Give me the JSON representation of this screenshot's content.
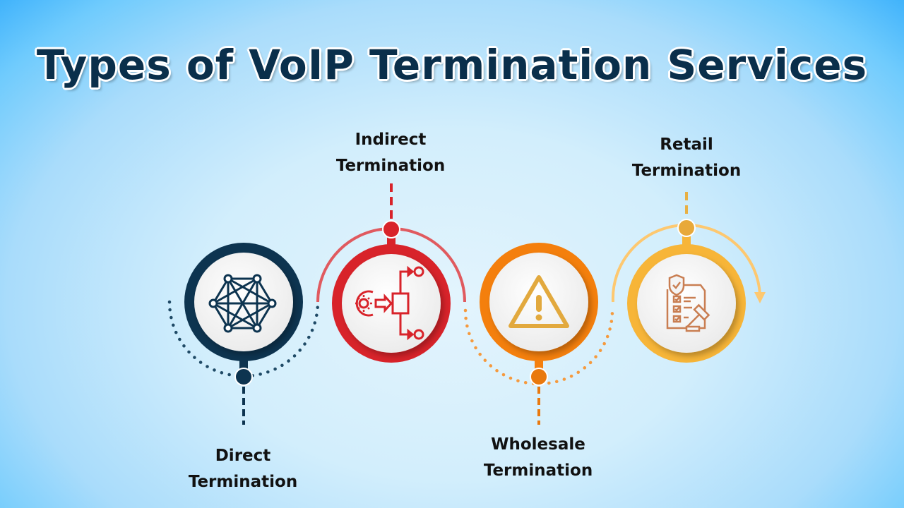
{
  "title": "Types of VoIP Termination Services",
  "steps": [
    {
      "label_line1": "Direct",
      "label_line2": "Termination",
      "icon": "network-mesh-icon",
      "color": "#0d3450"
    },
    {
      "label_line1": "Indirect",
      "label_line2": "Termination",
      "icon": "process-routing-icon",
      "color": "#d8232a"
    },
    {
      "label_line1": "Wholesale",
      "label_line2": "Termination",
      "icon": "warning-triangle-icon",
      "color": "#f47f0d"
    },
    {
      "label_line1": "Retail",
      "label_line2": "Termination",
      "icon": "regulation-checklist-gavel-icon",
      "color": "#f7b538"
    }
  ],
  "colors": {
    "title": "#0a2f4b",
    "direct": "#0d3450",
    "indirect": "#d8232a",
    "wholesale": "#f47f0d",
    "retail": "#f7b538"
  }
}
